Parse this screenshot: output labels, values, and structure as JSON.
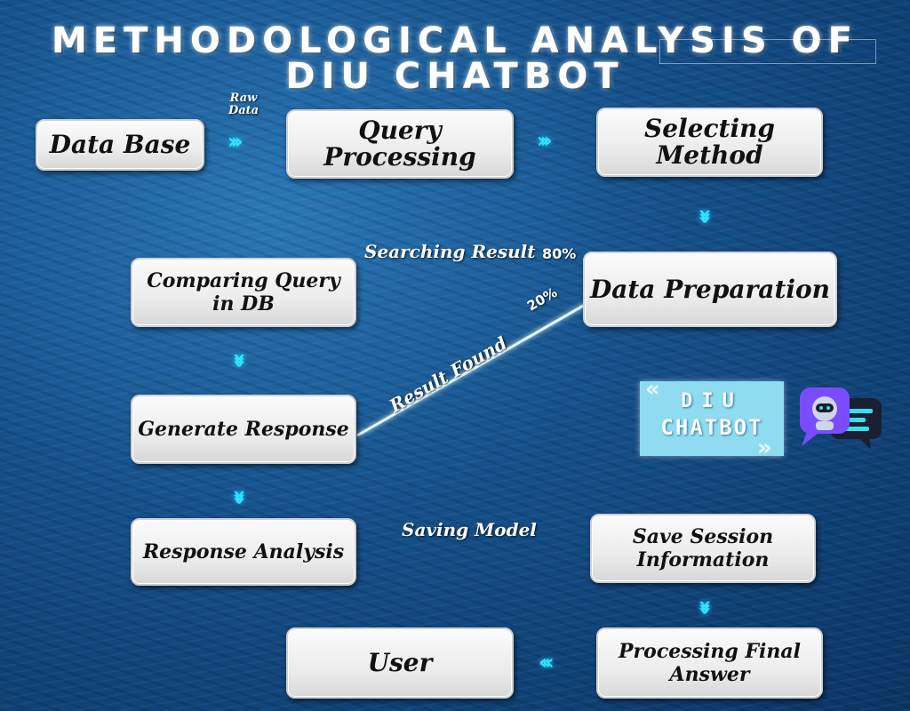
{
  "title": {
    "line1": "METHODOLOGICAL ANALYSIS OF",
    "line2": "DIU CHATBOT"
  },
  "nodes": {
    "data_base": "Data Base",
    "query_processing": "Query Processing",
    "selecting_method": "Selecting Method",
    "data_preparation": "Data Preparation",
    "comparing_query_1": "Comparing Query",
    "comparing_query_2": "in DB",
    "generate_response": "Generate Response",
    "response_analysis": "Response Analysis",
    "save_session_1": "Save Session",
    "save_session_2": "Information",
    "processing_final_1": "Processing Final",
    "processing_final_2": "Answer",
    "user": "User"
  },
  "edge_labels": {
    "raw_1": "Raw",
    "raw_2": "Data",
    "searching_result": "Searching Result",
    "pct_80": "80%",
    "pct_20": "20%",
    "result_found": "Result Found",
    "saving_model": "Saving Model"
  },
  "arrows": {
    "right": "›››",
    "down": "›››",
    "left": "‹‹‹"
  },
  "badge": {
    "word1": "DIU",
    "word2": "CHATBOT",
    "quote_open": "«",
    "quote_close": "»"
  },
  "icons": {
    "chatbot": "robot-chat-icon"
  },
  "colors": {
    "accent": "#32e2ff",
    "box_fill": "#eeeeee",
    "badge": "#8fdcf2",
    "bot_purple": "#7b4cff"
  }
}
